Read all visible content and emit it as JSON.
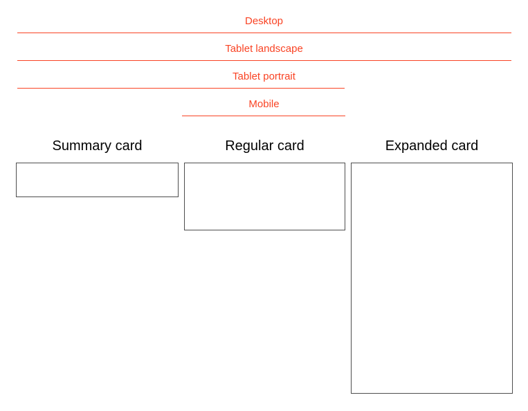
{
  "colors": {
    "accent_red": "#f94324",
    "card_border": "#4d4d4d",
    "heading_text": "#000000",
    "background": "#ffffff"
  },
  "breakpoints": {
    "items": [
      {
        "label": "Desktop"
      },
      {
        "label": "Tablet landscape"
      },
      {
        "label": "Tablet portrait"
      },
      {
        "label": "Mobile"
      }
    ]
  },
  "cards": {
    "items": [
      {
        "label": "Summary card"
      },
      {
        "label": "Regular card"
      },
      {
        "label": "Expanded card"
      }
    ]
  }
}
